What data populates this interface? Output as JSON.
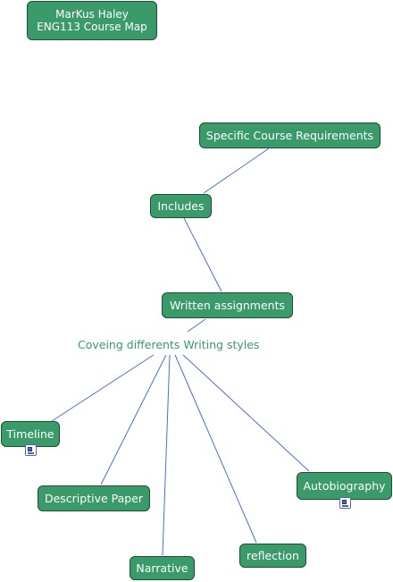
{
  "title_node": {
    "line1": "MarKus Haley",
    "line2": "ENG113 Course Map"
  },
  "nodes": {
    "specific_course_requirements": "Specific Course Requirements",
    "includes": "Includes",
    "written_assignments": "Written assignments",
    "timeline": "Timeline",
    "descriptive_paper": "Descriptive Paper",
    "narrative": "Narrative",
    "reflection": "reflection",
    "autobiography": "Autobiography"
  },
  "linking_phrase": "Coveing differents Writing styles",
  "icons": {
    "timeline_resource": "document-icon",
    "autobiography_resource": "document-icon"
  },
  "colors": {
    "node_fill": "#3a9a69",
    "node_border": "#1e4f36",
    "connector": "#4a6fd6",
    "linking_text": "#3a9a69"
  }
}
